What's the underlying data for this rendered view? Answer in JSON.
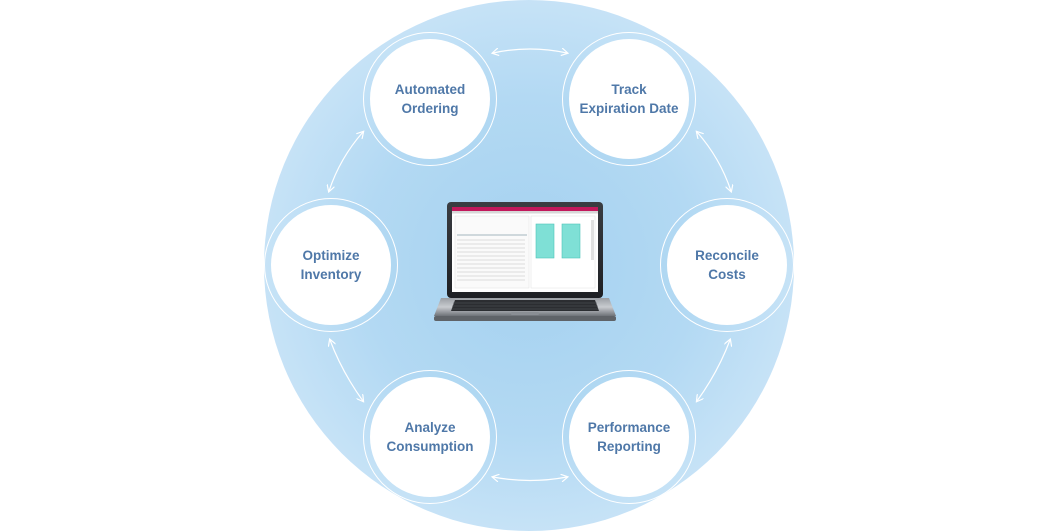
{
  "nodes": [
    {
      "id": "automated-ordering",
      "lines": [
        "Automated",
        "Ordering"
      ]
    },
    {
      "id": "track-expiration-date",
      "lines": [
        "Track",
        "Expiration Date"
      ]
    },
    {
      "id": "reconcile-costs",
      "lines": [
        "Reconcile",
        "Costs"
      ]
    },
    {
      "id": "performance-reporting",
      "lines": [
        "Performance",
        "Reporting"
      ]
    },
    {
      "id": "analyze-consumption",
      "lines": [
        "Analyze",
        "Consumption"
      ]
    },
    {
      "id": "optimize-inventory",
      "lines": [
        "Optimize",
        "Inventory"
      ]
    }
  ],
  "colors": {
    "label_text": "#4f78a8",
    "background_circle": "#a4d1f0",
    "arrow": "#ffffff"
  },
  "icons": [
    "laptop-icon",
    "bidirectional-arrow-icon"
  ]
}
